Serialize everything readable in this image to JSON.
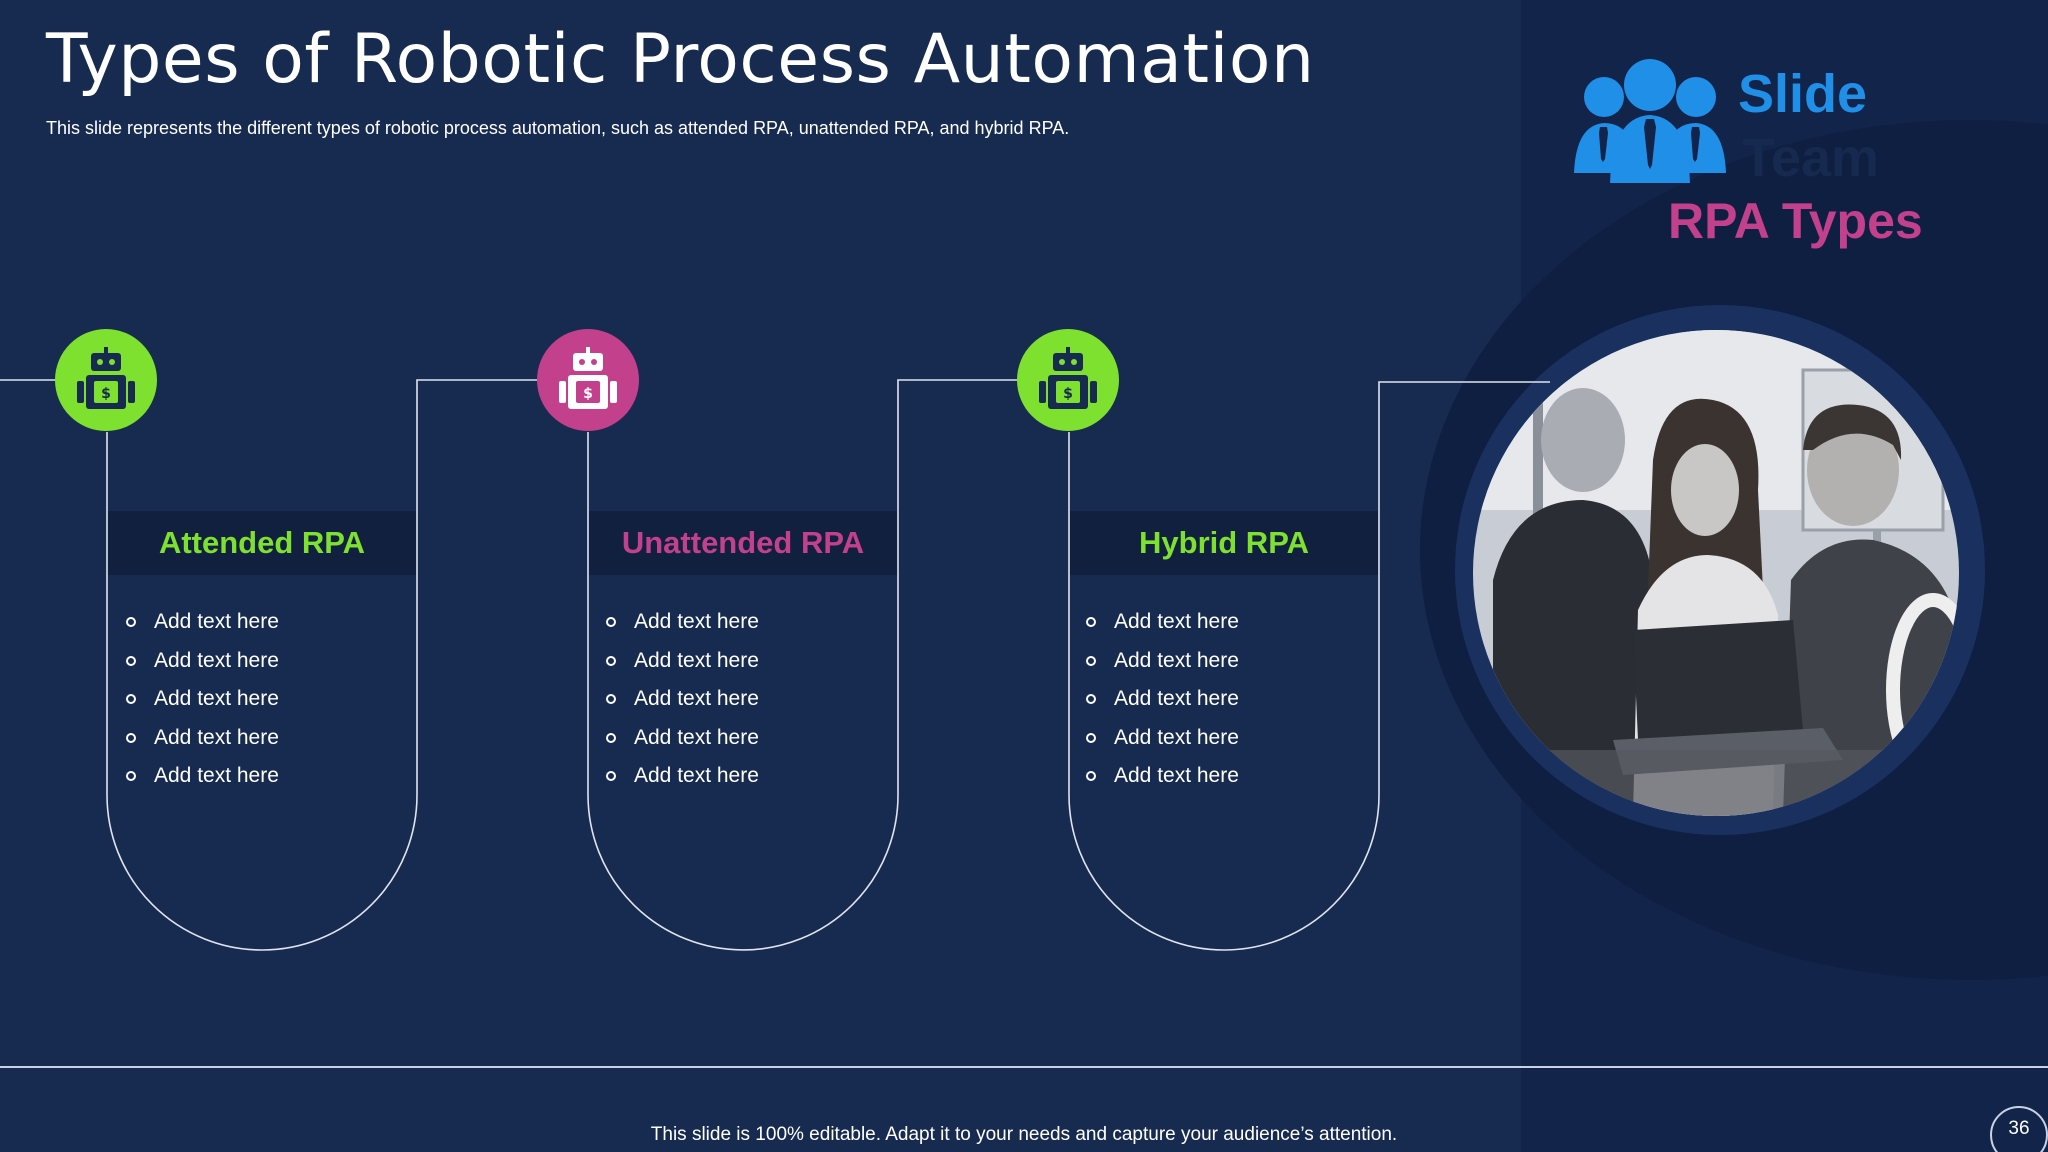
{
  "slide": {
    "title": "Types of Robotic Process Automation",
    "subtitle": "This slide represents the different types  of robotic process automation, such as attended RPA, unattended RPA, and hybrid RPA.",
    "section_label": "RPA Types",
    "footer": "This slide is 100% editable. Adapt it to your needs and capture your audience’s attention.",
    "page_number": "36"
  },
  "logo": {
    "line1": "Slide",
    "line2": "Team"
  },
  "colors": {
    "green": "#7ee02f",
    "pink": "#c2408c",
    "logo_blue": "#1f8fe8",
    "background": "#172a4f"
  },
  "columns": [
    {
      "heading": "Attended RPA",
      "color": "#7ee02f",
      "icon": "robot-dollar-icon",
      "items": [
        "Add text here",
        "Add text here",
        "Add text here",
        "Add text here",
        "Add text here"
      ]
    },
    {
      "heading": "Unattended RPA",
      "color": "#c2408c",
      "icon": "robot-dollar-icon",
      "items": [
        "Add text here",
        "Add text here",
        "Add text here",
        "Add text here",
        "Add text here"
      ]
    },
    {
      "heading": "Hybrid RPA",
      "color": "#7ee02f",
      "icon": "robot-dollar-icon",
      "items": [
        "Add text here",
        "Add text here",
        "Add text here",
        "Add text here",
        "Add text here"
      ]
    }
  ]
}
